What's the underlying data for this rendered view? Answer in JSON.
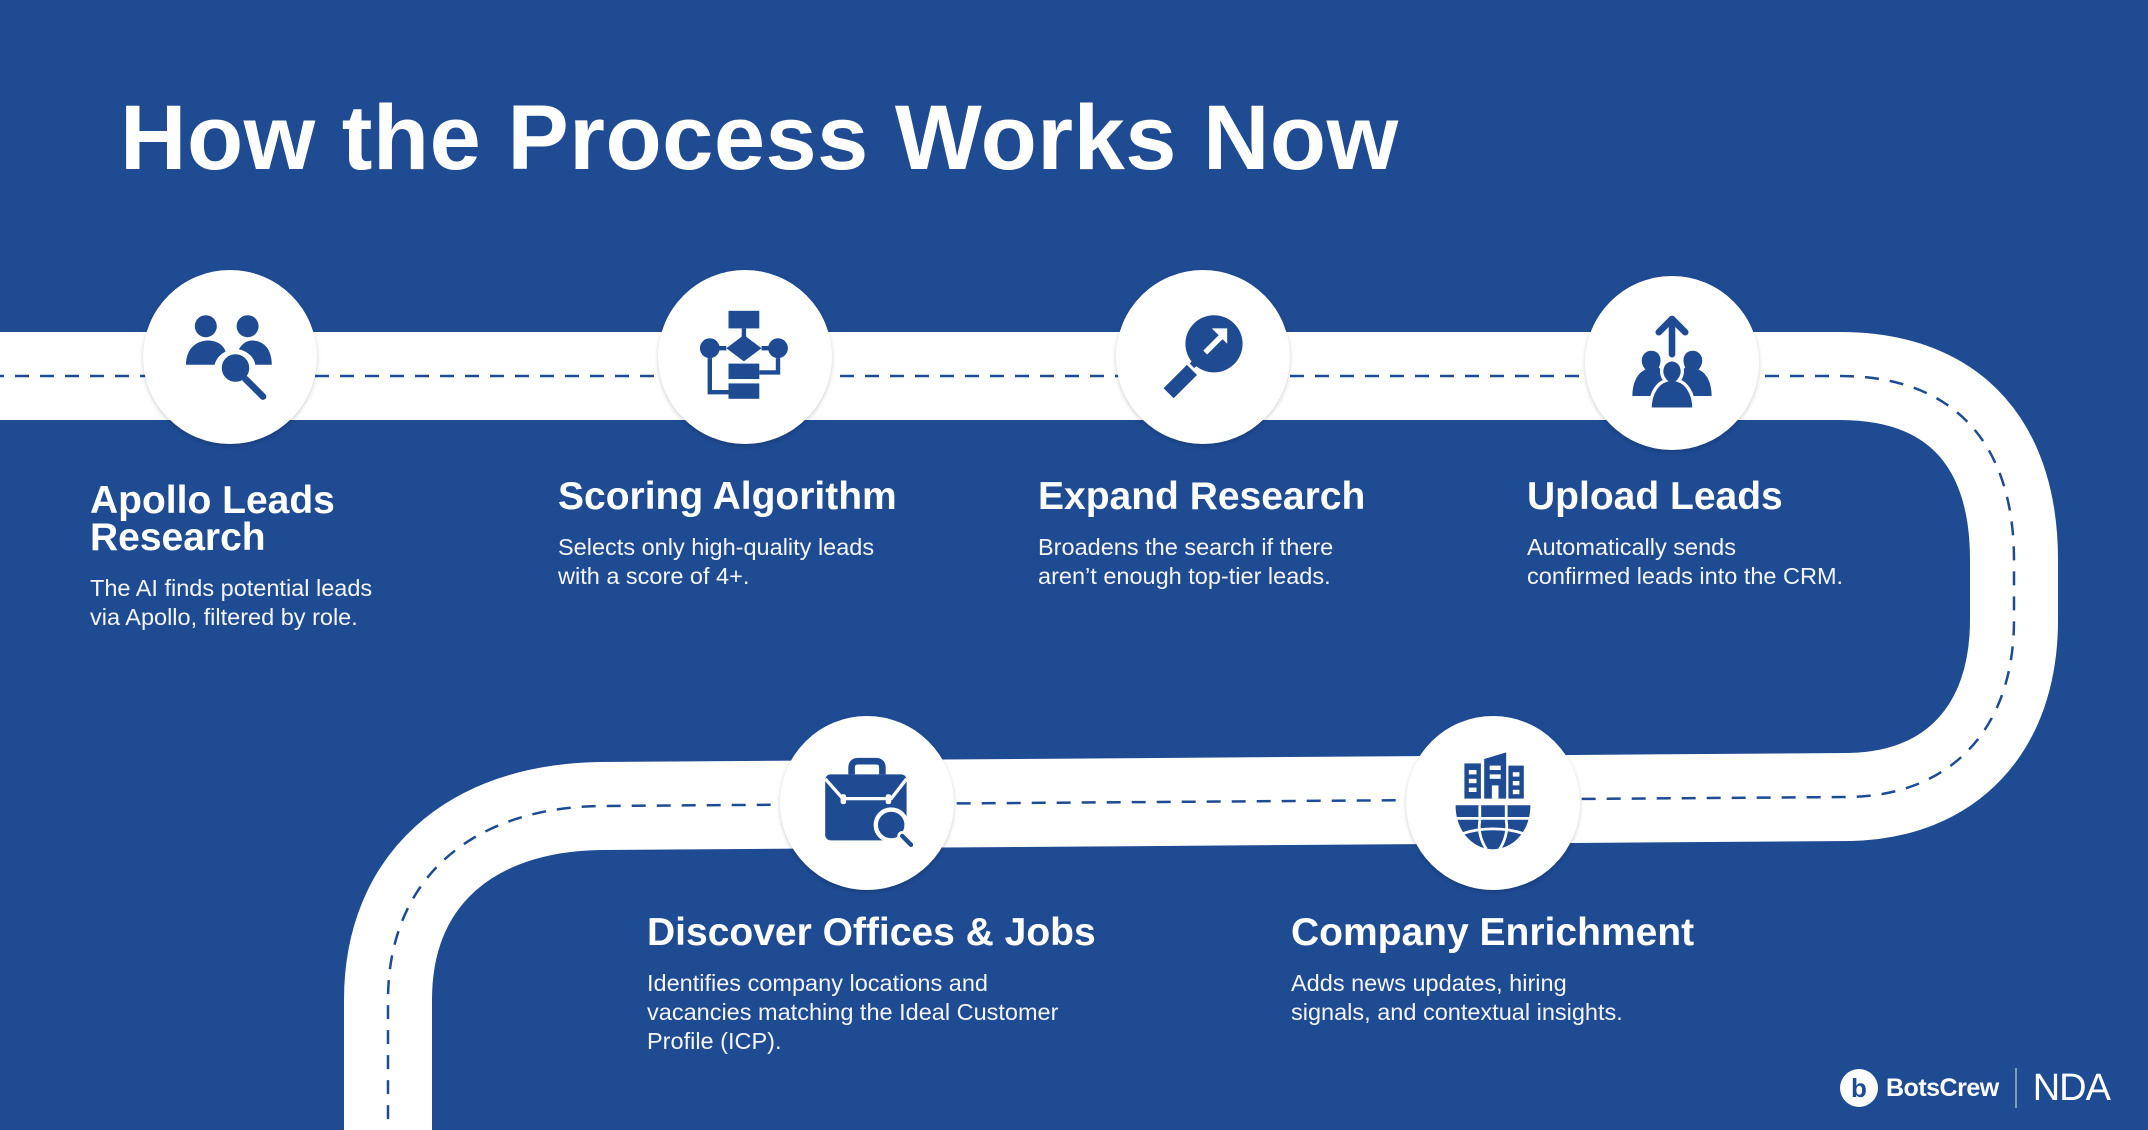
{
  "title": "How the Process Works Now",
  "colors": {
    "background": "#1F4B93",
    "road": "#FFFFFF",
    "accent": "#1F4B93",
    "text": "#FFFFFF"
  },
  "steps": [
    {
      "icon": "people-search-icon",
      "heading": "Apollo Leads\nResearch",
      "description": "The AI finds potential leads\nvia Apollo, filtered by role."
    },
    {
      "icon": "flowchart-icon",
      "heading": "Scoring Algorithm",
      "description": "Selects only high-quality leads\nwith a score of 4+."
    },
    {
      "icon": "magnifier-expand-icon",
      "heading": "Expand Research",
      "description": "Broadens the search if there\naren’t enough top-tier leads."
    },
    {
      "icon": "group-upload-icon",
      "heading": "Upload Leads",
      "description": "Automatically sends\nconfirmed leads into the CRM."
    },
    {
      "icon": "globe-buildings-icon",
      "heading": "Company Enrichment",
      "description": "Adds news updates, hiring\nsignals, and contextual insights."
    },
    {
      "icon": "briefcase-search-icon",
      "heading": "Discover Offices & Jobs",
      "description": "Identifies company locations and\nvacancies matching the Ideal Customer\nProfile (ICP)."
    }
  ],
  "footer": {
    "brand_initial": "b",
    "brand_name": "BotsCrew",
    "label": "NDA"
  }
}
